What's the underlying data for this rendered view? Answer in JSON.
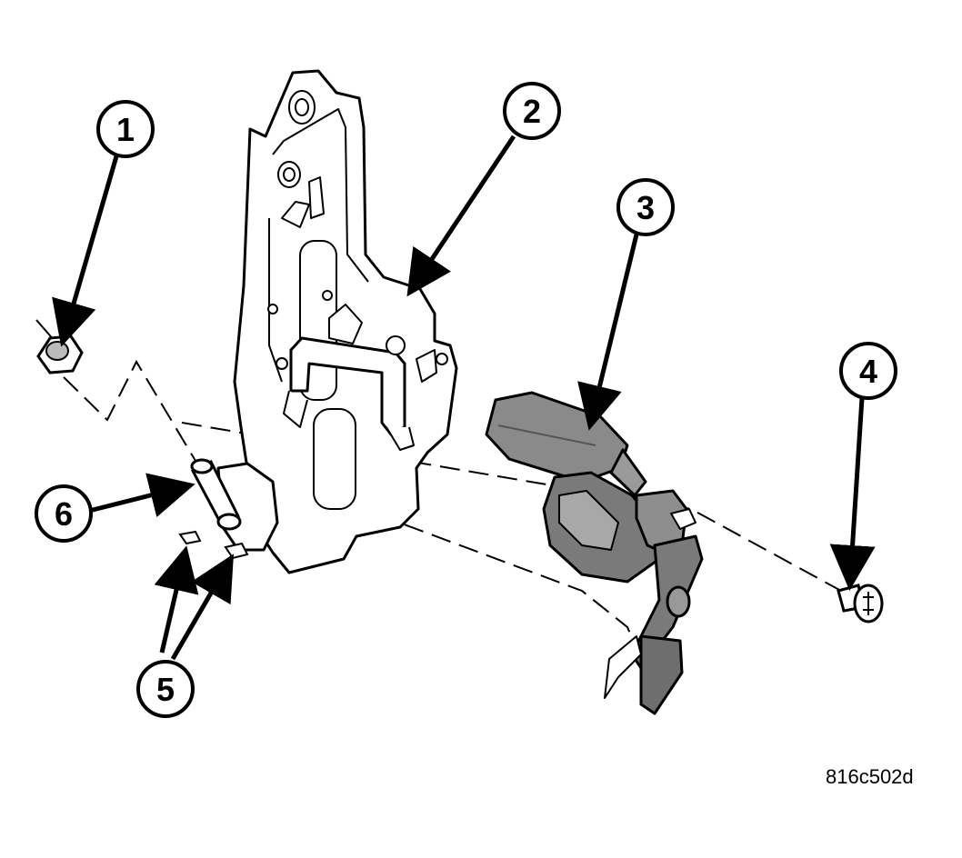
{
  "figure_id": "816c502d",
  "callouts": [
    {
      "id": "1",
      "label": "1"
    },
    {
      "id": "2",
      "label": "2"
    },
    {
      "id": "3",
      "label": "3"
    },
    {
      "id": "4",
      "label": "4"
    },
    {
      "id": "5",
      "label": "5"
    },
    {
      "id": "6",
      "label": "6"
    }
  ]
}
